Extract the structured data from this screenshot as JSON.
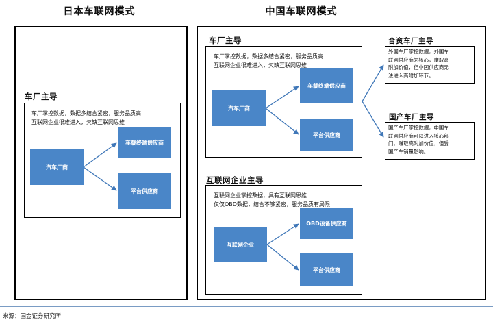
{
  "japan": {
    "title": "日本车联网模式",
    "section": "车厂主导",
    "description": "车厂掌控数据，数据多结合紧密，服务品质高\n互联网企业很难进入，欠缺互联网思维",
    "node_oem": "汽车厂商",
    "node_terminal": "车载终端供应商",
    "node_platform": "平台供应商"
  },
  "china": {
    "title": "中国车联网模式",
    "oem_led": {
      "section": "车厂主导",
      "description": "车厂掌控数据，数据多结合紧密，服务品质高\n互联网企业很难进入，欠缺互联网思维",
      "node_oem": "汽车厂商",
      "node_terminal": "车载终端供应商",
      "node_platform": "平台供应商"
    },
    "internet_led": {
      "section": "互联网企业主导",
      "description": "互联网企业掌控数据，具有互联网思维\n仅仅OBD数据，结合不够紧密，服务品质有局限",
      "node_internet": "互联网企业",
      "node_obd": "OBD设备供应商",
      "node_platform": "平台供应商"
    },
    "joint_venture": {
      "title": "合资车厂主导",
      "description": "外国车厂掌控数据，外国车\n联网供应商为核心，赚取高\n附加价值，但中国供应商无\n法进入高附加环节。"
    },
    "domestic": {
      "title": "国产车厂主导",
      "description": "国产车厂掌控数据，中国车\n联网供应商可以进入核心部\n门，赚取高附加价值，但受\n国产车销量影响。"
    }
  },
  "source": "来源：国金证券研究所",
  "colors": {
    "node_fill": "#4a86c8",
    "arrow": "#3f77b8"
  }
}
